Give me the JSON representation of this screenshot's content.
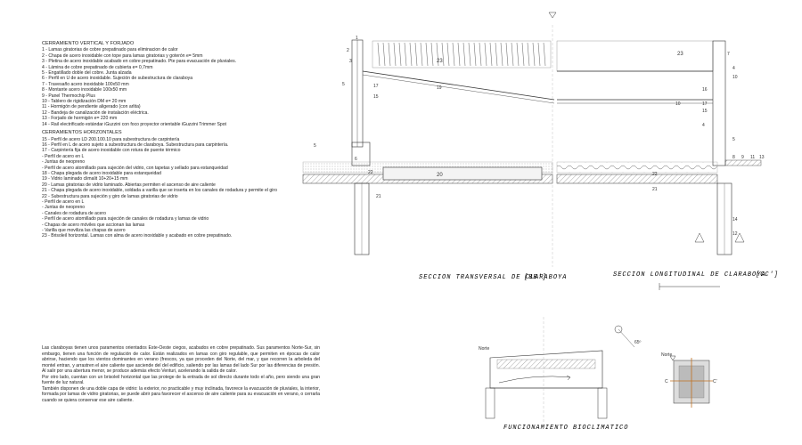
{
  "legend": {
    "vertical_title": "CERRAMIENTO VERTICAL Y FORJADO",
    "vertical_items": [
      "1 - Lamas giratorias de cobre prepatinado para eliminacion de calor",
      "2 - Chapa de acero inoxidable con tope para lamas giratorias y goterón e= 5mm",
      "3 - Pletina de acero inoxidable acabado en cobre prepatinado. Pte para evacuación de pluviales.",
      "4 - Lámina de cobre prepatinado de cubierta e= 0,7mm",
      "5 - Engatillado doble del cobre. Junta alzada",
      "6 - Perfil en U de acero inoxidable. Sujeción de subestructura de claraboya",
      "7 - Travesaño acero inoxidable 100x50 mm",
      "8 - Montante acero inoxidable 100x50 mm",
      "9 - Panel Thermochip Plus",
      "10 - Tablero de rigidización DM e= 20 mm",
      "11 - Hormigón de pendiente aligerado (con arlita)",
      "12 - Bandeja de canalización de instalación eléctrica.",
      "13 - Forjado de hormigón e= 220 mm",
      "14 - Rail electrificado estándar iGuzzini con foco proyector orientable iGuzzini Trimmer Spot"
    ],
    "horizontal_title": "CERRAMIENTOS HORIZONTALES",
    "horizontal_items": [
      "15 - Perfil de acero LD 200.100.10 para subestructura de carpintería",
      "16 - Perfil en L de acero sujeto a subestructura de claraboya. Subestructura para carpintería.",
      "17 - Carpintería fija de acero inoxidable con rotura de puente térmico",
      "- Perfil de acero en L",
      "- Juntas de neopreno",
      "- Perfil de acero atornillado para sujeción del vidrio, con tapetas y sellado para estanqueidad",
      "18 - Chapa plegada de acero inoxidable para estanqueidad",
      "19 - Vidrio laminado climalit 10+20+15 mm",
      "20 - Lamas giratorias de vidrio laminado. Abiertas permiten el ascenso de aire caliente",
      "21 - Chapa plegada de acero inoxidable, soldada a varilla que se inserta en los canales de rodadura y permite el giro",
      "22 - Subestructura para sujeción y giro de lamas giratorias de vidrio",
      "- Perfil de acero en L",
      "- Juntas de neopreno",
      "- Canales de rodadura de acero",
      "- Perfil de acero atornillado para sujeción de canales de rodadura y lamas de vidrio",
      "- Chapas de acero móviles que accionan las lamas",
      "- Varilla que moviliza las chapas de acero",
      "23 - Brisoleil horizontal. Lamas con alma de acero inoxidable y acabado en cobre prepatinado."
    ]
  },
  "notes": {
    "paragraphs": [
      "Las claraboyas tienen unos paramentos orientados Este-Oeste ciegos, acabados en cobre prepatinado. Sus paramentos Norte-Sur, sin embargo, tienen una función de regulación de calor. Están realizados en lamas con giro regulable, que permiten en épocas de calor abrirse, haciendo que los vientos dominantes en verano (frescos, ya que proceden del Norte, del mar, y que recorren la arboleda del montel entran, y arrastren el aire caliente que asciende del del edificio, saliendo por las lamas del lado Sur por las diferencias de presión. Al salir por una abertura menor, se produce además efecto Venturi, acelerando la salida de calor.",
      "Por otro lado, cuentan con un brisoleil horizontal que las protege de la entrada de sol directo durante todo el año, pero siendo una gran fuente de luz natural.",
      "También disponen de una doble capa de vidrio: la exterior, no practicable y muy inclinada, favorece la evacuación de pluviales, la interior, formada por lamas de vidrio giratorias, se puede abrir para favorecer el ascenso de aire caliente para su evacuación en verano, o cerrarla cuando se quiera conservar ese aire caliente."
    ]
  },
  "drawings": {
    "section_transversal_caption": "SECCION TRANSVERSAL DE CLARABOYA",
    "section_transversal_ref": "[BB']",
    "section_longitudinal_caption": "SECCION LONGITUDINAL DE CLARABOYA",
    "section_longitudinal_ref": "[CC']",
    "bioclimatic_caption": "FUNCIONAMIENTO BIOCLIMATICO",
    "north_label": "Norte",
    "north_label_2": "Norte",
    "angle_label": "65º",
    "key_c": "C",
    "key_c_prime": "C'",
    "callouts": {
      "n23": "23",
      "n12": "12",
      "n10": "10",
      "n4": "4",
      "n5": "5",
      "n1": "1",
      "n2": "2",
      "n3": "3",
      "n6": "6",
      "n7": "7",
      "n8": "8",
      "n9": "9",
      "n11": "11",
      "n13": "13",
      "n14": "14",
      "n15": "15",
      "n16": "16",
      "n17": "17",
      "n18": "18",
      "n19": "19",
      "n20": "20",
      "n21": "21",
      "n22": "22"
    }
  }
}
